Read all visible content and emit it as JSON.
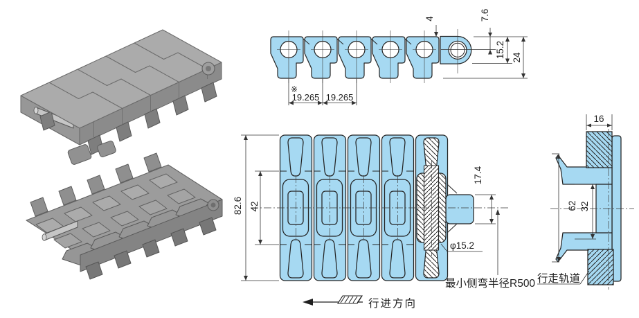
{
  "title": "plastic modular conveyor chain drawing",
  "colors": {
    "part_fill": "#a6d9f2",
    "outline": "#232323",
    "dimension_line": "#333333",
    "render_gray": "#9b9b9b"
  },
  "side_view": {
    "dims": {
      "plate_thickness": "4",
      "top_to_pin_center": "7.6",
      "link_depth": "15.2",
      "overall_height": "24",
      "pitch_left": "19.265",
      "pitch_right": "19.265",
      "reference_mark": "※"
    }
  },
  "plan_view": {
    "dims": {
      "overall_width": "82.6",
      "inner_width": "42",
      "tab_width": "17.4",
      "pin_diameter": "φ15.2"
    },
    "annotations": {
      "min_side_flex_radius": "最小侧弯半径R500",
      "travel_direction": "行进方向"
    }
  },
  "section_view": {
    "dims": {
      "rail_width": "16",
      "outer_span": "62",
      "inner_span": "32"
    },
    "annotations": {
      "running_track": "行走轨道"
    }
  }
}
